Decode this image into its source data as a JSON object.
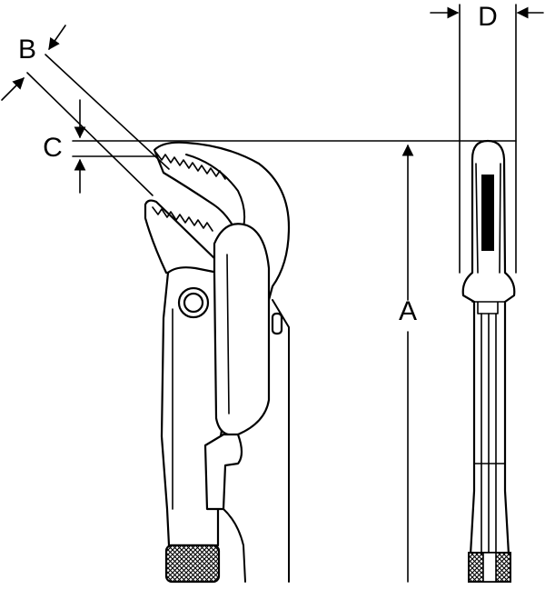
{
  "dimensions": [
    {
      "id": "A",
      "label": "A"
    },
    {
      "id": "B",
      "label": "B"
    },
    {
      "id": "C",
      "label": "C"
    },
    {
      "id": "D",
      "label": "D"
    }
  ],
  "colors": {
    "line": "#000000",
    "background": "#ffffff",
    "fill_dark": "#000000"
  }
}
